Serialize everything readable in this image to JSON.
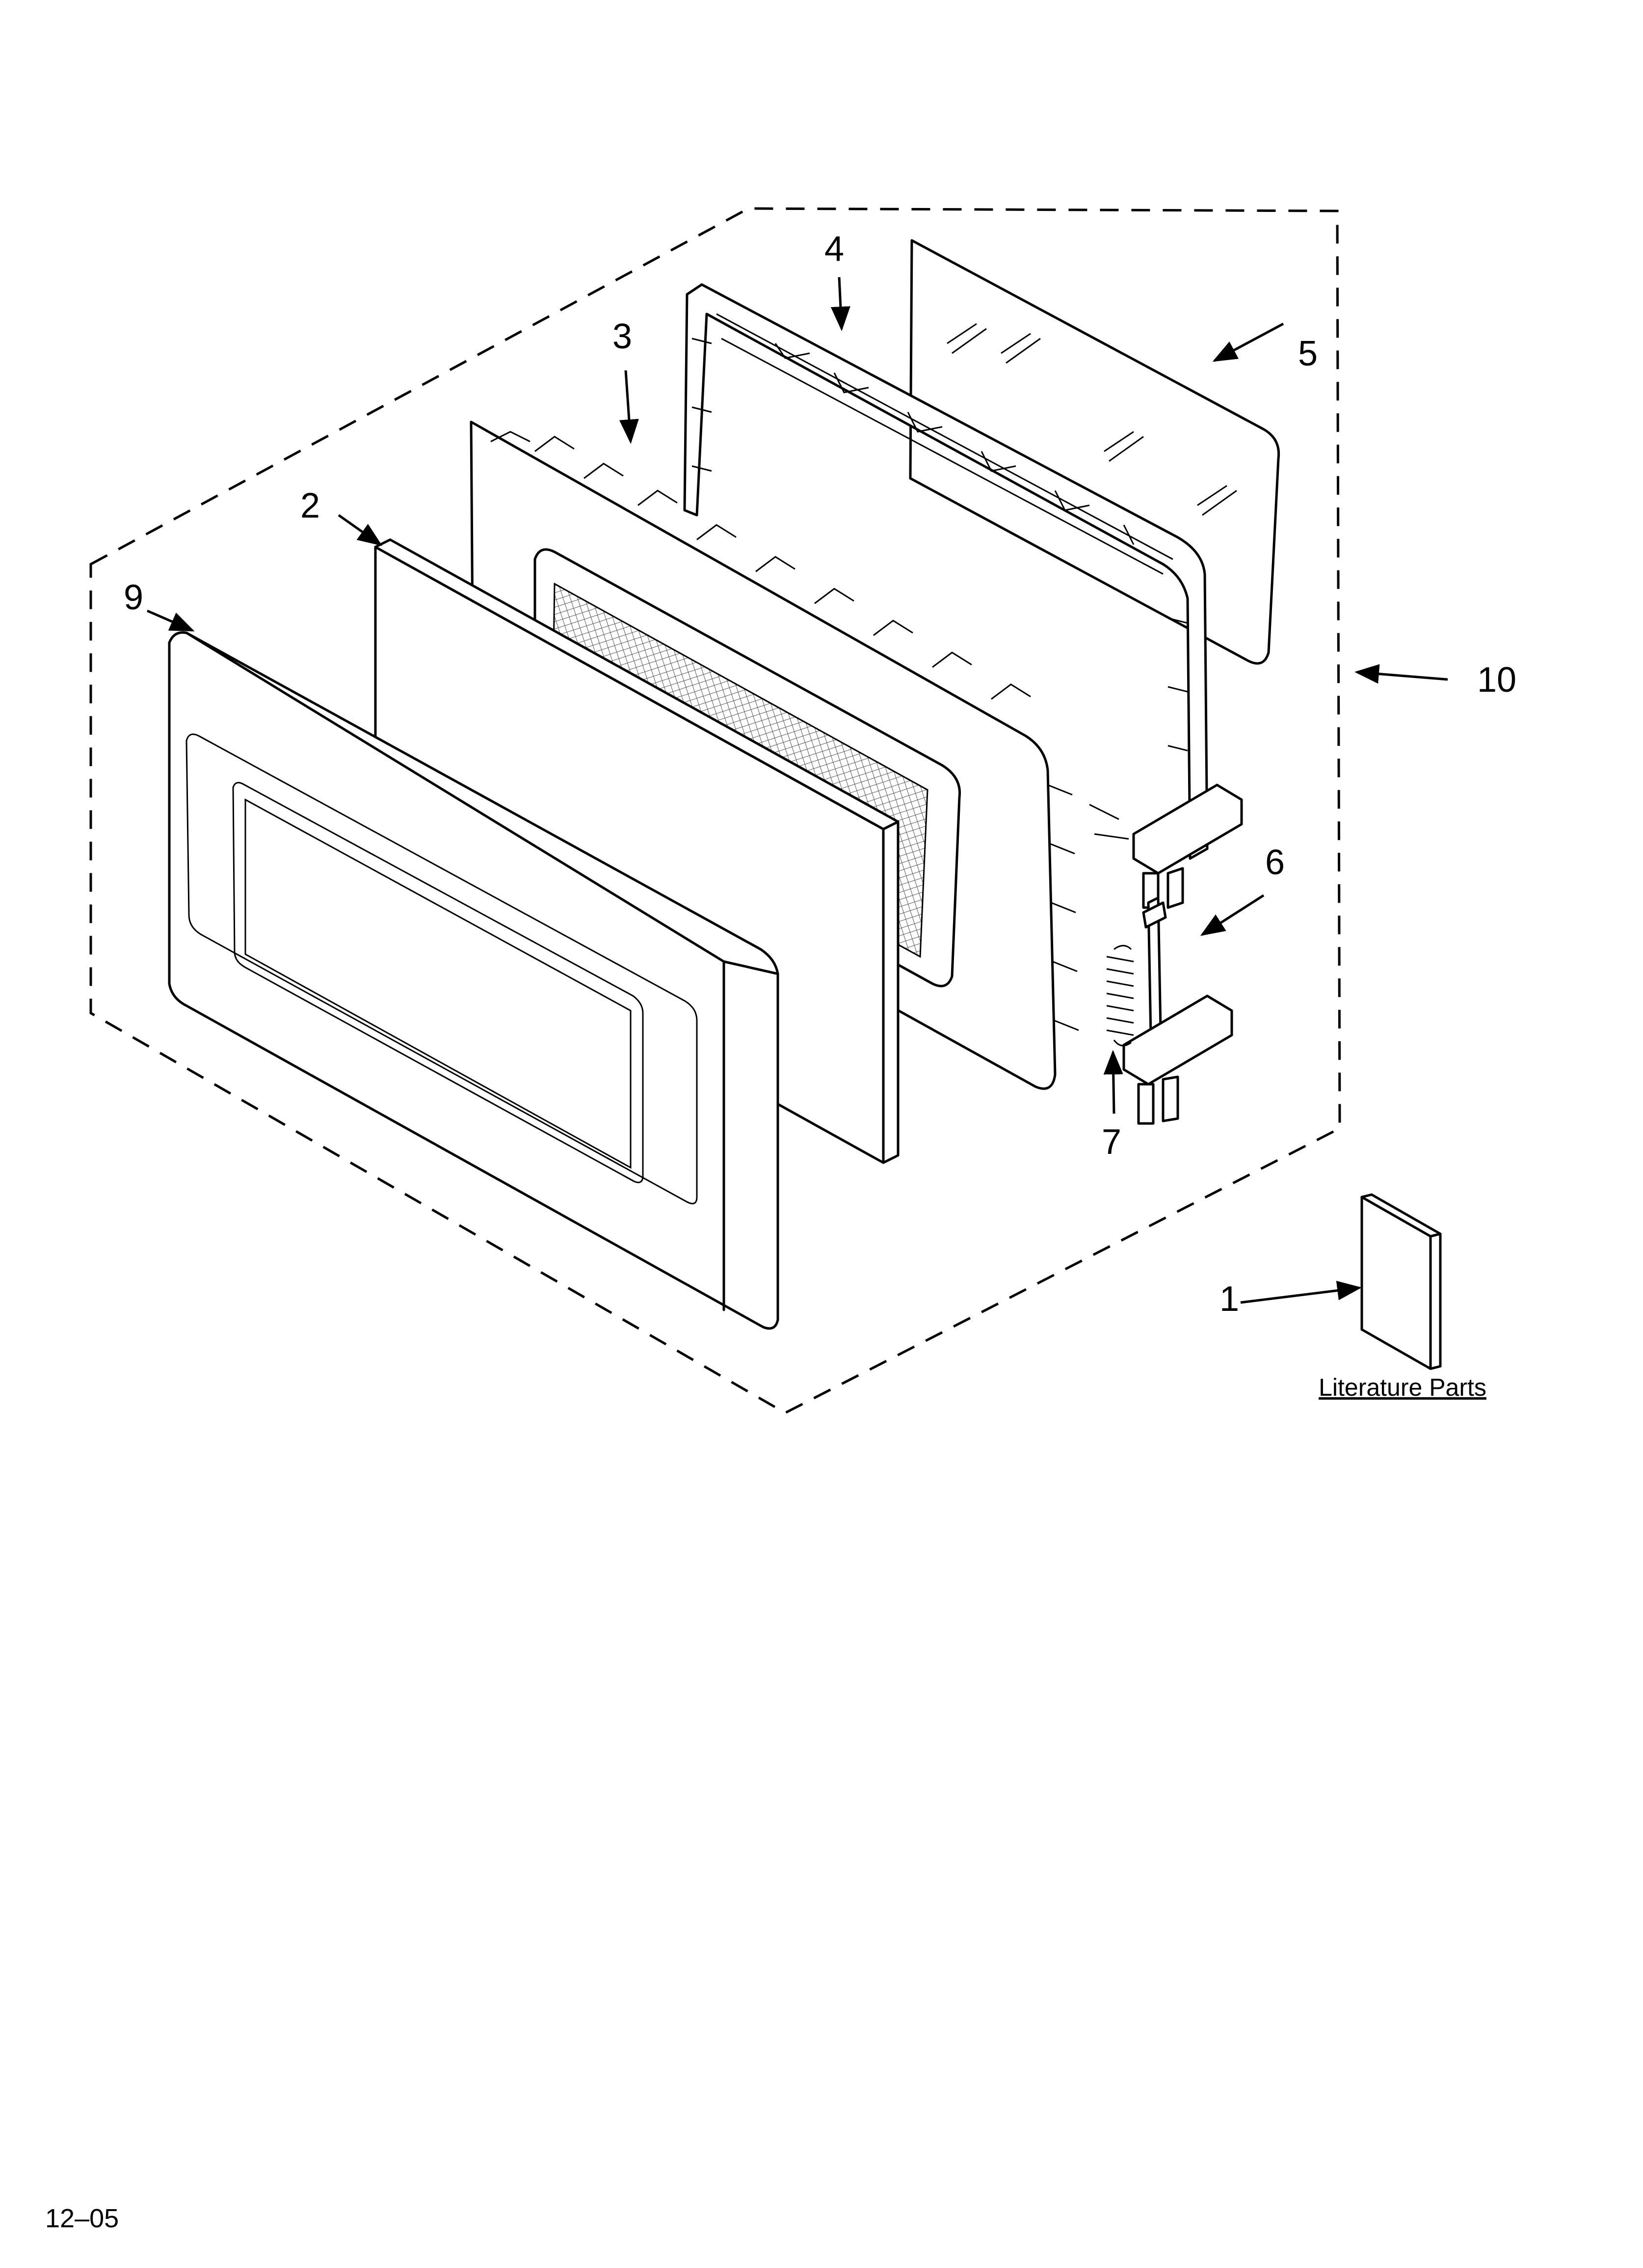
{
  "diagram": {
    "callouts": [
      {
        "id": "1",
        "label": "1"
      },
      {
        "id": "2",
        "label": "2"
      },
      {
        "id": "3",
        "label": "3"
      },
      {
        "id": "4",
        "label": "4"
      },
      {
        "id": "5",
        "label": "5"
      },
      {
        "id": "6",
        "label": "6"
      },
      {
        "id": "7",
        "label": "7"
      },
      {
        "id": "9",
        "label": "9"
      },
      {
        "id": "10",
        "label": "10"
      }
    ],
    "literature_caption": "Literature Parts",
    "footer_code": "12–05"
  }
}
